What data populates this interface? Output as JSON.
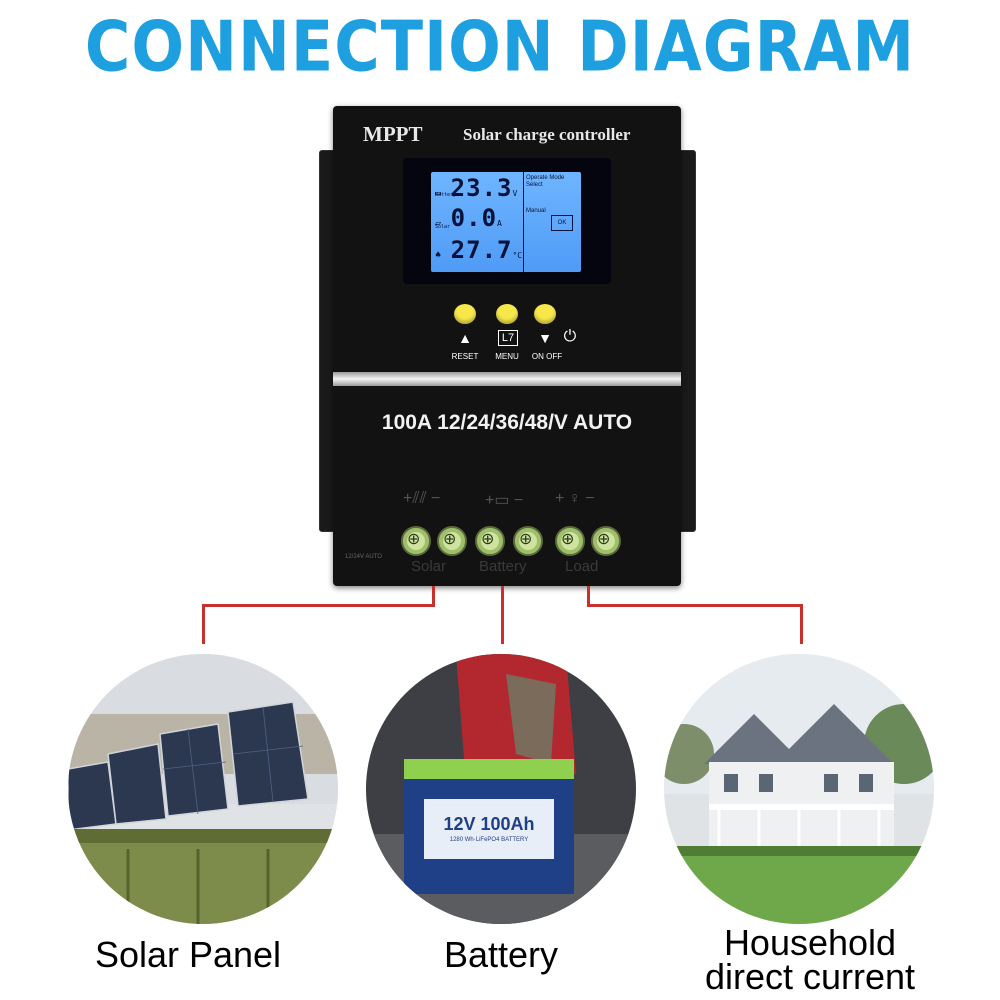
{
  "title": "CONNECTION DIAGRAM",
  "controller": {
    "brand": "MPPT",
    "subtitle": "Solar charge controller",
    "lcd": {
      "battery_value": "23.3",
      "battery_unit": "V",
      "battery_label": "Battery",
      "solar_value": "0.0",
      "solar_unit": "A",
      "solar_label": "Solar",
      "temp_value": "27.7",
      "temp_unit": "°C",
      "side_top": "Operate Mode Select",
      "side_mid": "Manual",
      "ok": "OK"
    },
    "buttons": [
      {
        "icon": "up-triangle-icon",
        "glyph": "▲",
        "label": "RESET"
      },
      {
        "icon": "menu-icon",
        "glyph": "L7",
        "label": "MENU"
      },
      {
        "icon": "down-triangle-icon",
        "glyph": "▼",
        "label": "ON OFF"
      }
    ],
    "power_glyph": "⏻",
    "rating": "100A 12/24/36/48/V AUTO",
    "terminals": [
      "Solar",
      "Battery",
      "Load"
    ],
    "tiny_label": "12/24V AUTO"
  },
  "colors": {
    "title": "#1d9fe0",
    "connector": "#c9302c",
    "button": "#f6e84a",
    "lcd": "#5aa6fb"
  },
  "photos": [
    {
      "caption": "Solar Panel"
    },
    {
      "caption": "Battery",
      "battery_text": "12V 100Ah",
      "battery_subtext": "1280 Wh·LiFePO4 BATTERY"
    },
    {
      "caption_line1": "Household",
      "caption_line2": "direct current"
    }
  ]
}
